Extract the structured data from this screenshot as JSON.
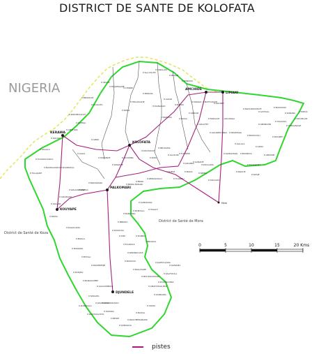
{
  "title": "DISTRICT DE SANTE DE KOLOFATA",
  "colors": {
    "road": "#a6217c",
    "border_district": "#2ed62e",
    "border_country": "#e4e45a",
    "zone_line": "#555555",
    "text": "#222222"
  },
  "labels": {
    "country": "NIGERIA",
    "district_south_west": "District de Santé de Koza",
    "district_south_east": "District de Santé de Mora"
  },
  "towns": [
    {
      "name": "KERAWA",
      "major": true
    },
    {
      "name": "KOLOFATA",
      "major": true
    },
    {
      "name": "PALKOMARI",
      "major": true
    },
    {
      "name": "KOUYAPE",
      "major": true
    },
    {
      "name": "DJUNDELE",
      "major": true
    },
    {
      "name": "AMCHIDE",
      "major": true
    },
    {
      "name": "LIMANI",
      "major": true
    },
    {
      "name": "Mora",
      "major": false
    }
  ],
  "villages": [
    "GELDE",
    "TIDJAMGANE",
    "CHIRRE",
    "SLA PULFE",
    "TABALAM",
    "MAKAR",
    "BONDOU",
    "MIRDAIL",
    "TIRGOUADE",
    "WARA",
    "DIANAKAD",
    "ALVAR",
    "BABOU",
    "NGREMA",
    "NIASA",
    "TANAKA",
    "MOFOUKAYE",
    "DOUBEY",
    "SABALE",
    "GOULFEY",
    "FANGAYE",
    "GOUANGA",
    "GOURMOUNDA",
    "DELEMAGI",
    "NGOUROUMAYE",
    "GUISSAL",
    "MAMAYAKI",
    "DABANA",
    "TAGASSA",
    "ABONDON",
    "BOUDOULI",
    "GALALA",
    "SAMADAIRA",
    "BOUNDAI",
    "AROU",
    "SIDAMEY",
    "ABEGANAGE",
    "DOUMLAM",
    "TARDA",
    "BIRDOUM",
    "KOULOFA",
    "KIRDIMOULAH",
    "GUEDJA",
    "AMATIWA",
    "DOUNI",
    "SAGALA",
    "TOUKOULKOUA",
    "BOURGOUROU",
    "TALAJADE",
    "KOURKOUA",
    "GAGA",
    "AMIRI",
    "TAMANDE",
    "WARAHE",
    "BAYAMBA",
    "DOUDOUM",
    "KIMA",
    "MELDAMA",
    "ALLOUNI",
    "FOUDERI",
    "GOURBA",
    "GANADE",
    "DOULAMA",
    "KOBLE",
    "KERKADOGO",
    "BIKIRI",
    "BINDA BORARI",
    "NGDARAWA",
    "BIWIDA",
    "WALDAMIANE",
    "GIKUDAMI",
    "SAGAMI",
    "WADA",
    "DAGOULMA",
    "BOULA",
    "MANAWA",
    "BIYOLA",
    "NGUEREDJE",
    "KODJELI",
    "BANAGUMBE",
    "GALOUMBOUL",
    "SINGUEL",
    "KOURKOUSSO",
    "DIDI",
    "FOUROUI",
    "KIBONGOULE",
    "BOUDOU",
    "MAGAYARE",
    "MOUSSOUMARI",
    "AMATCHAGUELE",
    "SANDAWA",
    "TANTA",
    "MASSA",
    "NGOUMERABAMA",
    "SABOGOLI",
    "MEIDE",
    "TAMAKA",
    "WAMKILEM",
    "KATCHACATOS",
    "KODEKALA",
    "KALIFOULA",
    "KOURGOUMA",
    "KAMOULANA",
    "GAMAMA",
    "NAVARAMA",
    "NGOUE",
    "KADJE",
    "ABOUNE",
    "DOUGOUI",
    "NJEMA",
    "MADA",
    "TOUBOU",
    "GANAKANA",
    "HAGAYI",
    "KONYALA",
    "NANGARA",
    "MBIKOU",
    "KASSOUA",
    "KOMBA",
    "BIDIOUA"
  ],
  "scale": {
    "ticks": [
      "0",
      "5",
      "10",
      "15",
      "20 Kms"
    ]
  },
  "legend": {
    "label": "pistes"
  }
}
